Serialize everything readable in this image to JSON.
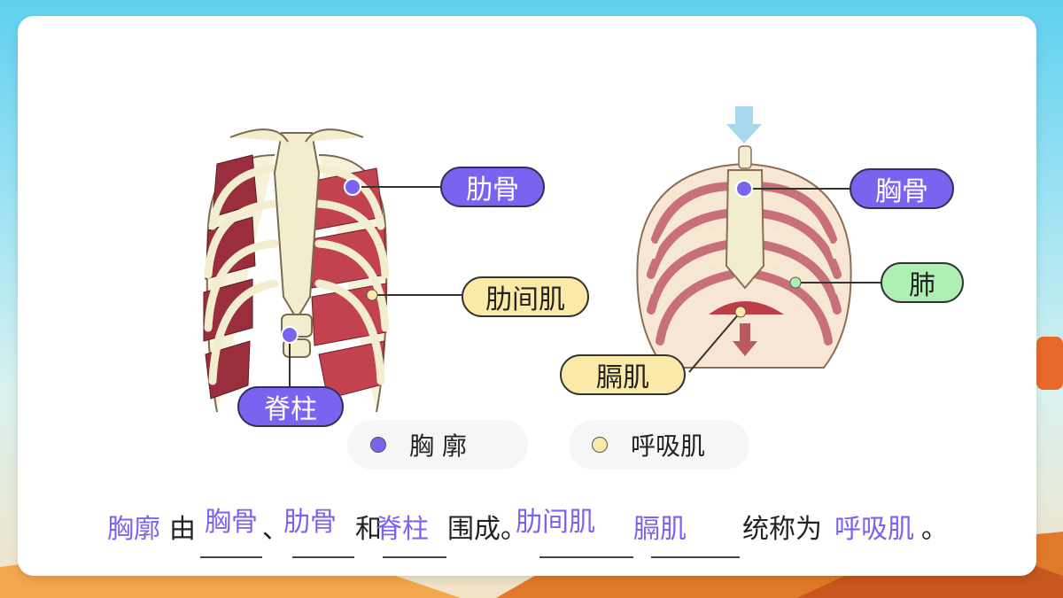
{
  "labels": {
    "rib": "肋骨",
    "intercostal": "肋间肌",
    "spine": "脊柱",
    "sternum": "胸骨",
    "lung": "肺",
    "diaphragm": "膈肌"
  },
  "legend": {
    "thorax": "胸 廓",
    "resp_muscle": "呼吸肌"
  },
  "sentence": {
    "thorax_word": "胸廓",
    "by": "由",
    "ans_sternum": "胸骨",
    "comma1": "、",
    "ans_rib": "肋骨",
    "and": "和",
    "ans_spine": "脊柱",
    "form": "围成。",
    "ans_intercostal": "肋间肌",
    "ans_diaphragm": "膈肌",
    "collectively": "统称为",
    "ans_resp": "呼吸肌",
    "period": "。"
  },
  "colors": {
    "purple": "#7a63ef",
    "yellow": "#fbeaa7",
    "green": "#aef0b3",
    "bone": "#f3edcf",
    "muscle": "#b23a48"
  }
}
